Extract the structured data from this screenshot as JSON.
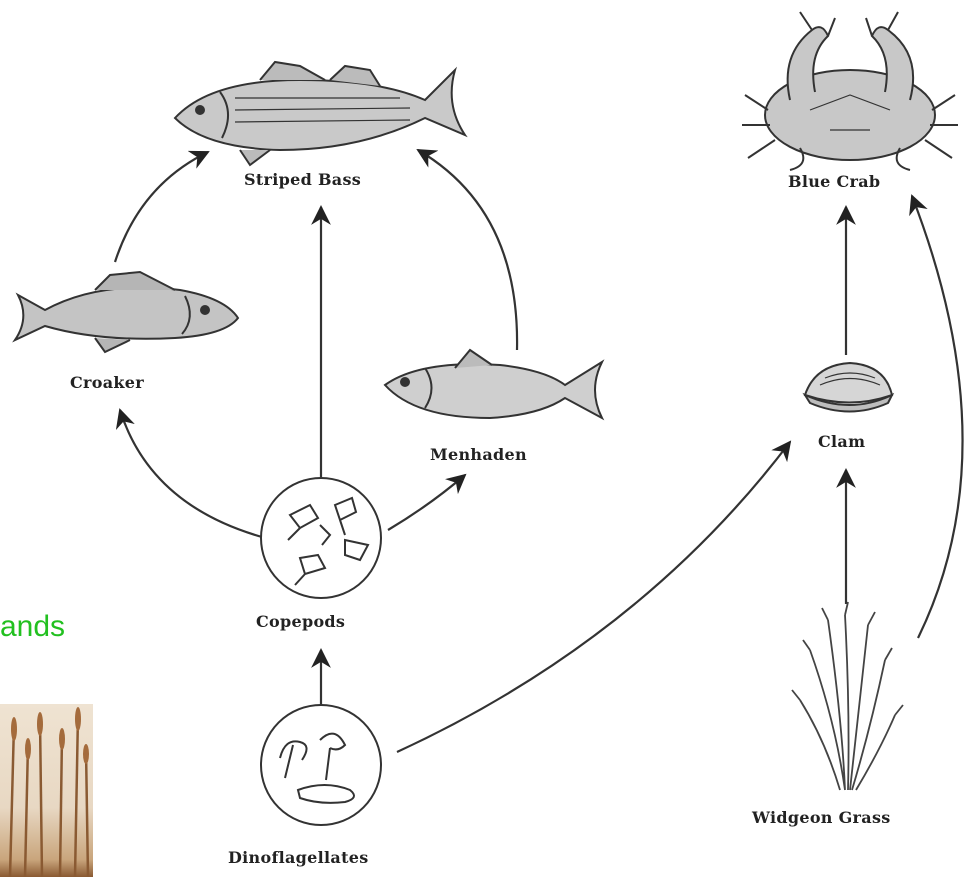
{
  "diagram": {
    "organisms": {
      "striped_bass": "Striped Bass",
      "blue_crab": "Blue Crab",
      "croaker": "Croaker",
      "menhaden": "Menhaden",
      "clam": "Clam",
      "copepods": "Copepods",
      "dinoflagellates": "Dinoflagellates",
      "widgeon_grass": "Widgeon Grass"
    },
    "edges": [
      [
        "copepods",
        "croaker"
      ],
      [
        "copepods",
        "striped_bass"
      ],
      [
        "copepods",
        "menhaden"
      ],
      [
        "croaker",
        "striped_bass"
      ],
      [
        "menhaden",
        "striped_bass"
      ],
      [
        "dinoflagellates",
        "copepods"
      ],
      [
        "dinoflagellates",
        "clam"
      ],
      [
        "widgeon_grass",
        "clam"
      ],
      [
        "clam",
        "blue_crab"
      ],
      [
        "widgeon_grass",
        "blue_crab"
      ]
    ]
  },
  "side_text": "ands",
  "colors": {
    "accent_green": "#22c020",
    "line": "#333333"
  }
}
